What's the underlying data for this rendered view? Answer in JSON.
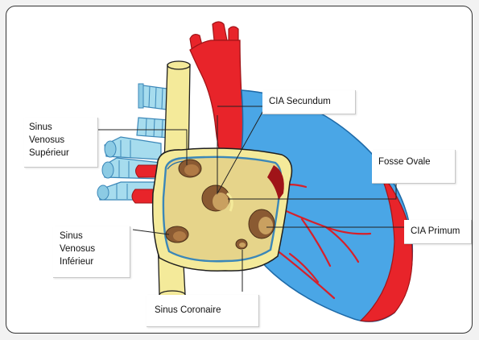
{
  "labels": {
    "sinus_venosus_superieur": [
      "Sinus",
      "Venosus",
      "Supérieur"
    ],
    "cia_secundum": "CIA Secundum",
    "fosse_ovale": "Fosse Ovale",
    "sinus_venosus_inferieur": [
      "Sinus",
      "Venosus",
      "Inférieur"
    ],
    "cia_primum": "CIA Primum",
    "sinus_coronaire": "Sinus Coronaire"
  },
  "colors": {
    "artery_red": "#e8242a",
    "ventricle_blue": "#4aa6e6",
    "vein_blue": "#a6dcee",
    "atrium_yellow": "#f4ea9a",
    "septum_tan": "#e6d48a",
    "defect_brown": "#8a5a32",
    "frame": "#333333"
  }
}
